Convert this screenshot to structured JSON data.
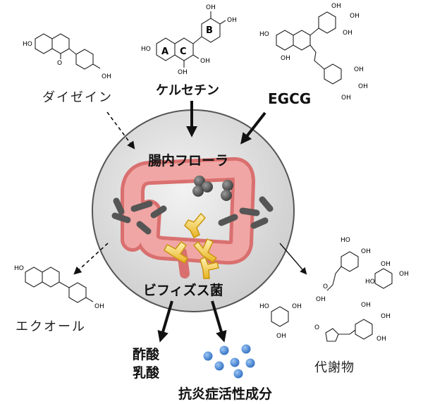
{
  "labels": {
    "daidzein": "ダイゼイン",
    "quercetin": "ケルセチン",
    "egcg": "EGCG",
    "gut_flora": "腸内フローラ",
    "bifidobacteria": "ビフィズス菌",
    "equol": "エクオール",
    "acetic_acid": "酢酸",
    "lactic_acid": "乳酸",
    "anti_inflammatory": "抗炎症活性成分",
    "metabolites": "代謝物"
  },
  "ring_labels": {
    "a": "A",
    "b": "B",
    "c": "C"
  },
  "atoms": {
    "ho": "HO",
    "oh": "OH",
    "o": "O"
  },
  "colors": {
    "circle_fill": "#dcdcdc",
    "circle_stroke": "#555555",
    "intestine": "#e88a8a",
    "bacteria_dark": "#5a5a5a",
    "bacteria_yellow": "#f2c94c",
    "dots": "#3f7fd1",
    "arrow": "#111111"
  }
}
